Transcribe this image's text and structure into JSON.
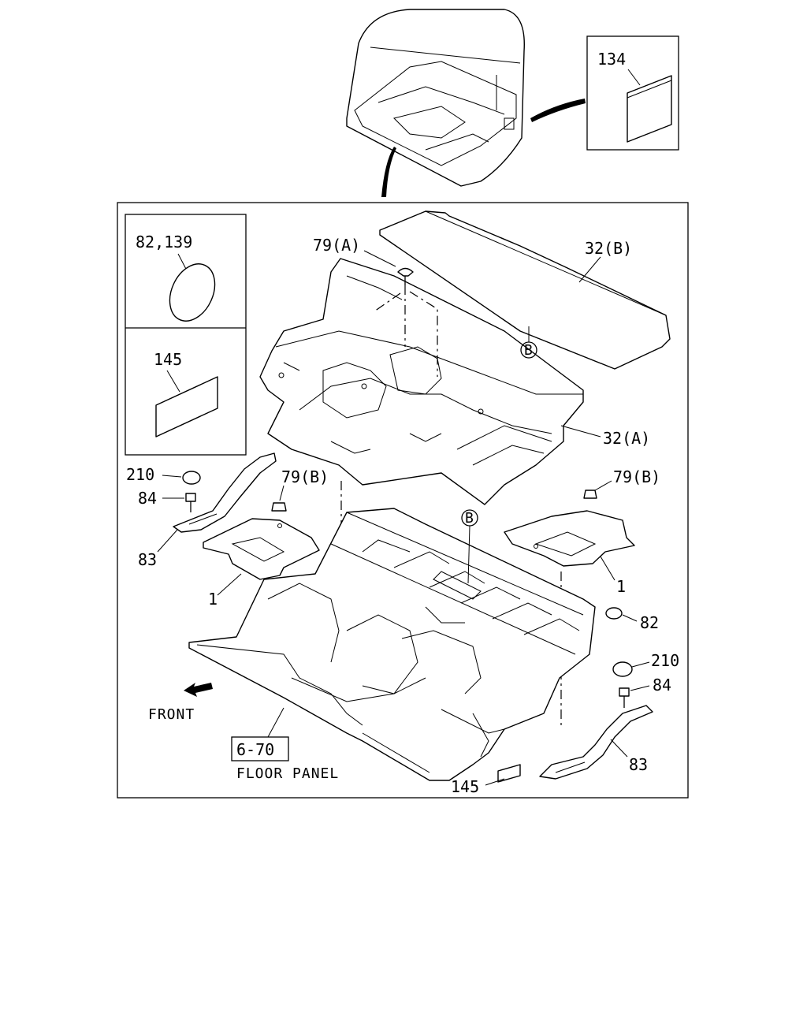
{
  "callouts": {
    "kit": "134",
    "inset_oval": "82,139",
    "inset_rect": "145",
    "mat_rear": "32(B)",
    "mat_front": "32(A)",
    "clip_a": "79(A)",
    "clip_b_left": "79(B)",
    "clip_b_right": "79(B)",
    "ref_b_upper": "B",
    "ref_b_lower": "B",
    "cap_left": "210",
    "cap_right": "210",
    "screw_left": "84",
    "screw_right": "84",
    "rail_left": "83",
    "rail_right": "83",
    "insulator_left": "1",
    "insulator_right": "1",
    "plug_right": "82",
    "tape_bottom": "145"
  },
  "reference": {
    "box": "6-70",
    "caption": "FLOOR PANEL"
  },
  "direction": {
    "label": "FRONT"
  }
}
